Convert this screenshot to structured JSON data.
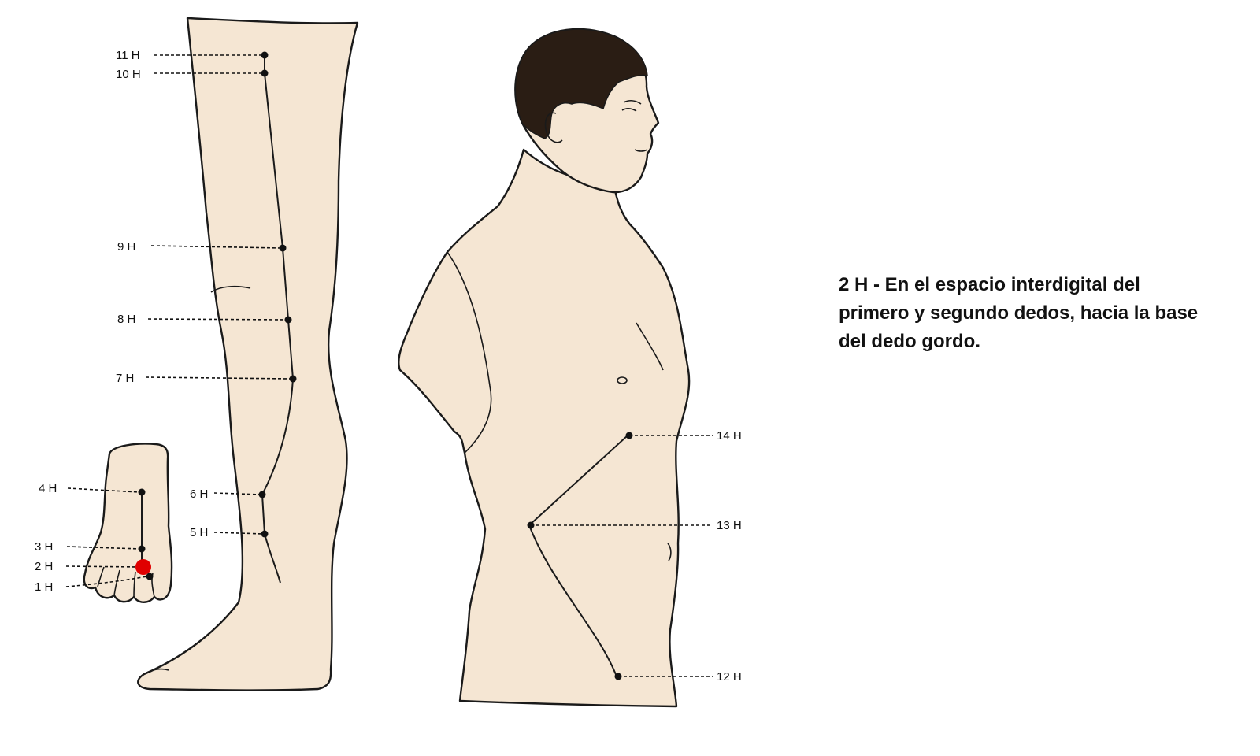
{
  "points": {
    "p1": "1 H",
    "p2": "2 H",
    "p3": "3 H",
    "p4": "4 H",
    "p5": "5 H",
    "p6": "6 H",
    "p7": "7 H",
    "p8": "8 H",
    "p9": "9 H",
    "p10": "10 H",
    "p11": "11 H",
    "p12": "12 H",
    "p13": "13 H",
    "p14": "14 H"
  },
  "highlighted_point": "2 H",
  "highlight_color": "#e00000",
  "description": "2 H - En el espacio interdigital del primero y segundo dedos, hacia la base del dedo gordo."
}
